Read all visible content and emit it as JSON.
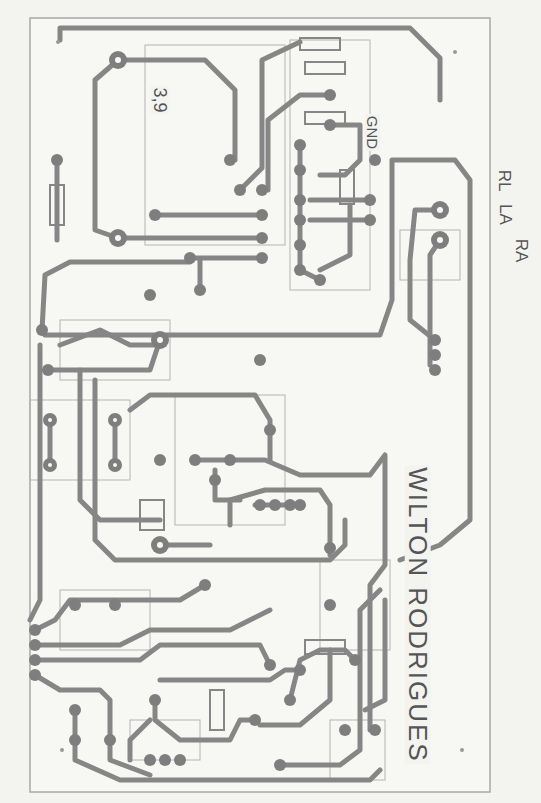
{
  "diagram": {
    "labels": [
      "3,9",
      "GND",
      "RL",
      "LA",
      "RA",
      "WILTON RODRIGUES"
    ]
  }
}
